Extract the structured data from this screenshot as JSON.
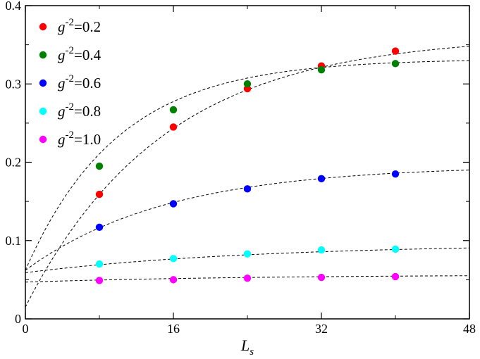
{
  "chart_data": {
    "type": "scatter",
    "xlabel": "L",
    "xlabel_sub": "s",
    "ylabel": "",
    "xlim": [
      0,
      48
    ],
    "ylim": [
      0,
      0.4
    ],
    "xticks": [
      0,
      16,
      32,
      48
    ],
    "xtick_labels": [
      "0",
      "16",
      "32",
      "48"
    ],
    "yticks": [
      0,
      0.1,
      0.2,
      0.3,
      0.4
    ],
    "ytick_labels": [
      "0",
      "0.1",
      "0.2",
      "0.3",
      "0.4"
    ],
    "grid": false,
    "legend_position": "top-left",
    "fit_line_style": "dashed",
    "x": [
      8,
      16,
      24,
      32,
      40
    ],
    "series": [
      {
        "label_base": "g",
        "label_exp": "-2",
        "label_value": "=0.2",
        "color": "#ff0000",
        "values": [
          0.159,
          0.245,
          0.294,
          0.323,
          0.342
        ],
        "fit": {
          "asymptote": 0.362,
          "amplitude": 0.347,
          "rate": 0.067
        }
      },
      {
        "label_base": "g",
        "label_exp": "-2",
        "label_value": "=0.4",
        "color": "#008000",
        "values": [
          0.195,
          0.267,
          0.3,
          0.318,
          0.326
        ],
        "fit": {
          "asymptote": 0.332,
          "amplitude": 0.27,
          "rate": 0.1
        }
      },
      {
        "label_base": "g",
        "label_exp": "-2",
        "label_value": "=0.6",
        "color": "#0000ff",
        "values": [
          0.117,
          0.147,
          0.166,
          0.179,
          0.185
        ],
        "fit": {
          "asymptote": 0.196,
          "amplitude": 0.134,
          "rate": 0.065
        }
      },
      {
        "label_base": "g",
        "label_exp": "-2",
        "label_value": "=0.8",
        "color": "#00ffff",
        "values": [
          0.07,
          0.077,
          0.083,
          0.088,
          0.089
        ],
        "fit": {
          "asymptote": 0.096,
          "amplitude": 0.037,
          "rate": 0.04
        }
      },
      {
        "label_base": "g",
        "label_exp": "-2",
        "label_value": "=1.0",
        "color": "#ff00ff",
        "values": [
          0.049,
          0.05,
          0.052,
          0.053,
          0.054
        ],
        "fit": {
          "asymptote": 0.0565,
          "amplitude": 0.0095,
          "rate": 0.04
        }
      }
    ]
  }
}
